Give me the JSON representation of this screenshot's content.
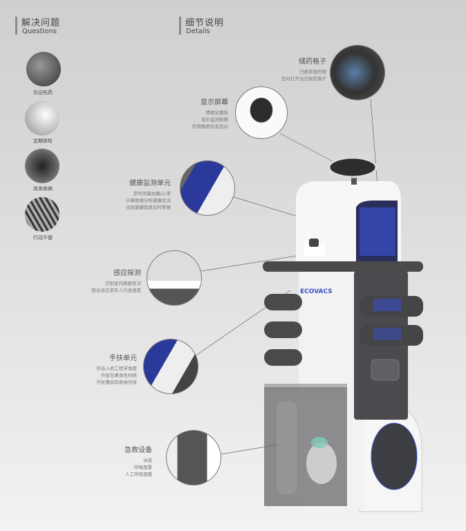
{
  "questions_header": {
    "title": "解决问题",
    "subtitle": "Questions"
  },
  "details_header": {
    "title": "细节说明",
    "subtitle": "Details"
  },
  "questions": [
    {
      "label": "忘记吃药",
      "icon": "pill-photo"
    },
    {
      "label": "定期体检",
      "icon": "checkup-photo"
    },
    {
      "label": "突发疾病",
      "icon": "illness-photo"
    },
    {
      "label": "行动不便",
      "icon": "walker-photo"
    }
  ],
  "details": [
    {
      "title": "储药格子",
      "lines": [
        "归类存放药物",
        "定时打开当日指定格子"
      ]
    },
    {
      "title": "显示屏幕",
      "lines": [
        "情绪化模拟",
        "显示监测数据",
        "药物服用信息显示"
      ]
    },
    {
      "title": "健康监测单元",
      "lines": [
        "定时测量血糖/心率",
        "计算数据分析健康状况",
        "出现健康隐患及时警报"
      ]
    },
    {
      "title": "感应探测",
      "lines": [
        "识别室内路面状况",
        "配合适应老年人行进速度"
      ]
    },
    {
      "title": "手扶单元",
      "lines": [
        "符合人机工程学角度",
        "外层包裹柔性材质",
        "可折叠拆卸收纳存放"
      ]
    },
    {
      "title": "急救设备",
      "lines": [
        "冰袋",
        "呼吸面罩",
        "人工呼吸面膜"
      ]
    }
  ],
  "robot": {
    "brand": "ECOVACS"
  },
  "colors": {
    "accent_blue": "#3a4fc8",
    "dark": "#4a4a4a",
    "body": "#f4f4f4"
  }
}
